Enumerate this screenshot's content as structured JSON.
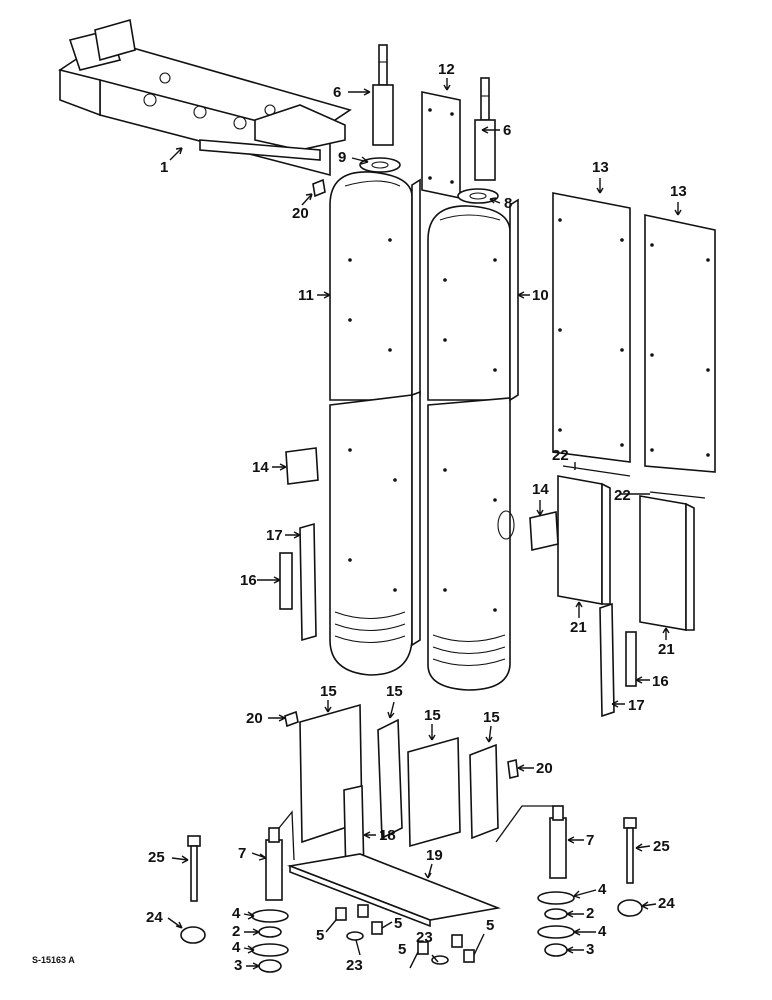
{
  "drawing_code": "S-15163 A",
  "callouts": {
    "c1": "1",
    "c2a": "2",
    "c2b": "2",
    "c3a": "3",
    "c3b": "3",
    "c4a": "4",
    "c4b": "4",
    "c4c": "4",
    "c4d": "4",
    "c5a": "5",
    "c5b": "5",
    "c5c": "5",
    "c5d": "5",
    "c6a": "6",
    "c6b": "6",
    "c7a": "7",
    "c7b": "7",
    "c8": "8",
    "c9": "9",
    "c10": "10",
    "c11": "11",
    "c12": "12",
    "c13a": "13",
    "c13b": "13",
    "c14a": "14",
    "c14b": "14",
    "c15a": "15",
    "c15b": "15",
    "c15c": "15",
    "c15d": "15",
    "c16a": "16",
    "c16b": "16",
    "c17a": "17",
    "c17b": "17",
    "c18": "18",
    "c19": "19",
    "c20a": "20",
    "c20b": "20",
    "c20c": "20",
    "c21a": "21",
    "c21b": "21",
    "c22a": "22",
    "c22b": "22",
    "c23a": "23",
    "c23b": "23",
    "c24a": "24",
    "c24b": "24",
    "c25a": "25",
    "c25b": "25"
  }
}
